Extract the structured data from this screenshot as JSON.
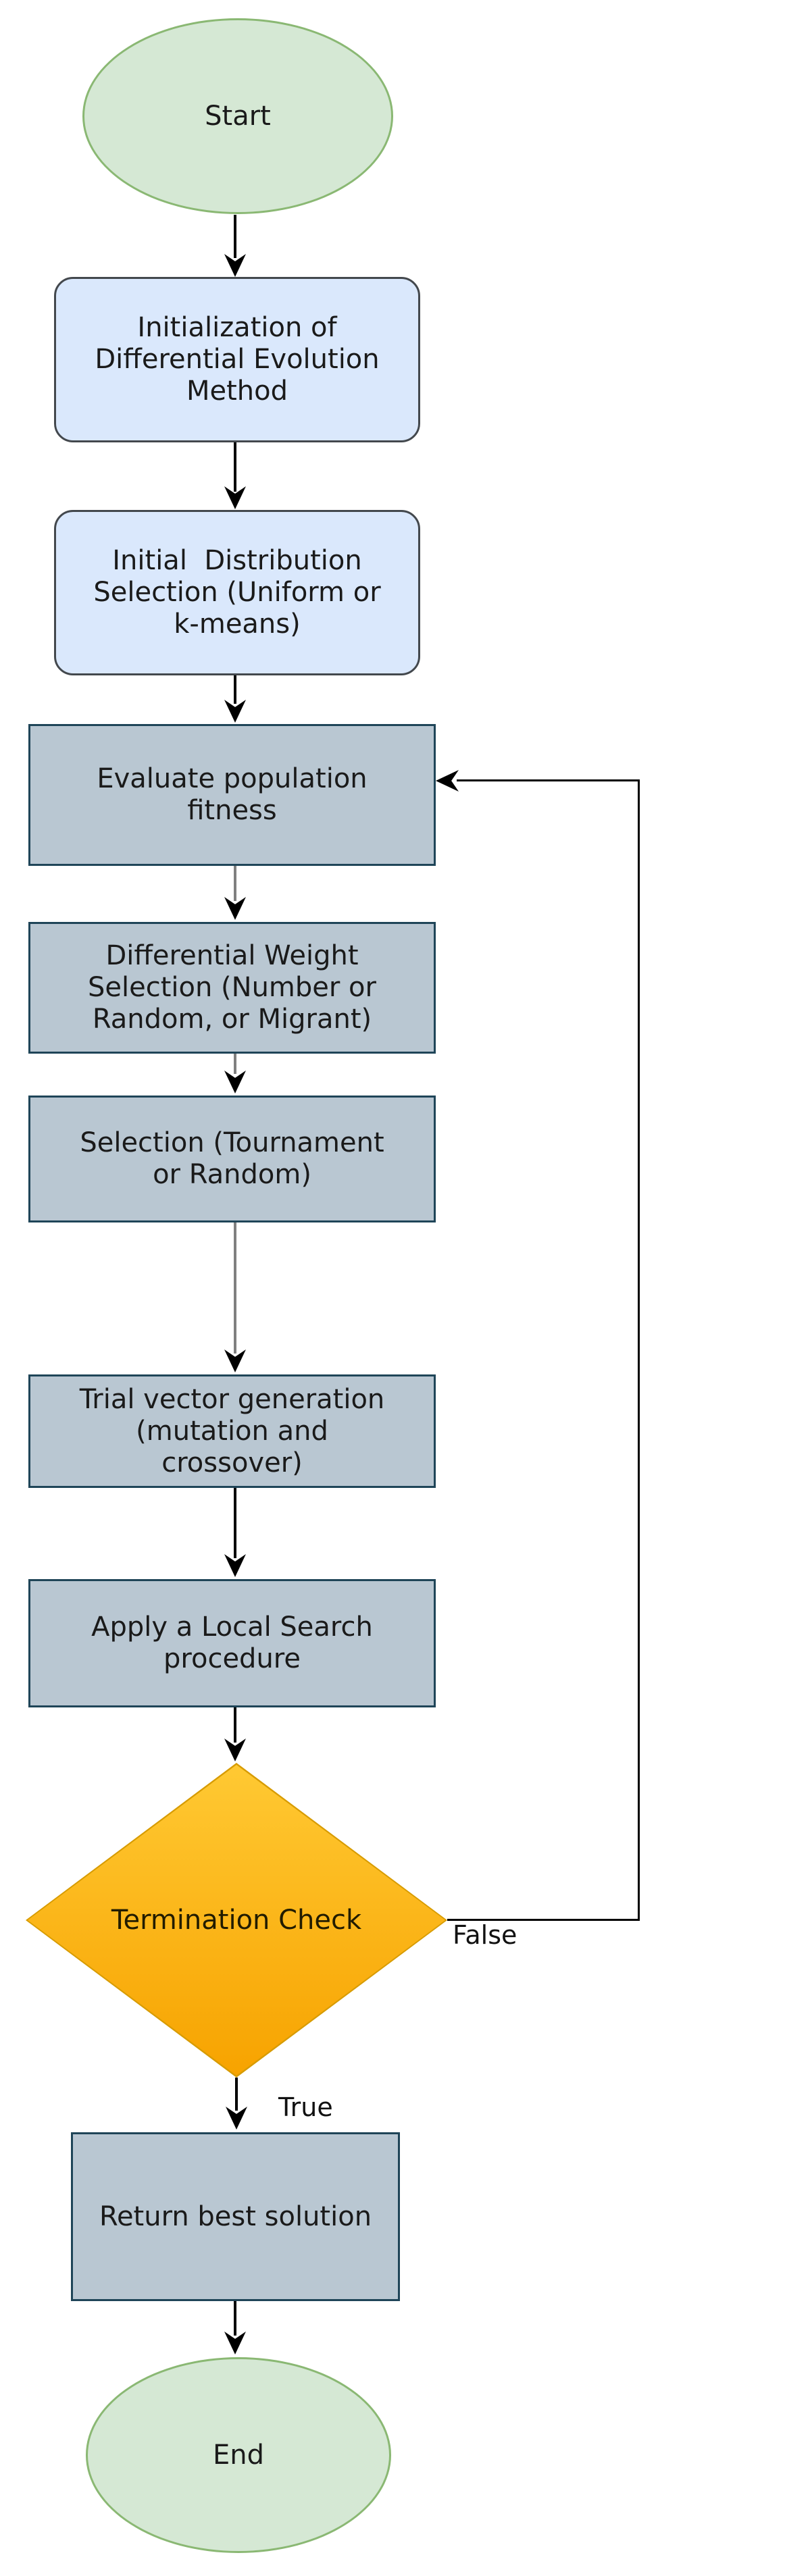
{
  "page": {
    "background_color": "#ffffff",
    "description": "Flowchart of a Differential Evolution method with local search"
  },
  "flowchart": {
    "nodes": {
      "start": {
        "shape": "ellipse",
        "label": "Start"
      },
      "init": {
        "shape": "rounded",
        "label": "Initialization of\nDifferential Evolution\nMethod"
      },
      "dist": {
        "shape": "rounded",
        "label": "Initial  Distribution\nSelection (Uniform or\nk-means)"
      },
      "evaluate": {
        "shape": "rectangle",
        "label": "Evaluate population\nfitness"
      },
      "weight": {
        "shape": "rectangle",
        "label": "Differential Weight\nSelection (Number or\nRandom, or Migrant)"
      },
      "selection": {
        "shape": "rectangle",
        "label": "Selection (Tournament\nor Random)"
      },
      "trial": {
        "shape": "rectangle",
        "label": "Trial vector generation\n(mutation and\ncrossover)"
      },
      "local_search": {
        "shape": "rectangle",
        "label": "Apply a Local Search\nprocedure"
      },
      "termination": {
        "shape": "diamond",
        "label": "Termination Check"
      },
      "return_best": {
        "shape": "rectangle",
        "label": "Return best solution"
      },
      "end": {
        "shape": "ellipse",
        "label": "End"
      }
    },
    "edges": {
      "true_label": "True",
      "false_label": "False"
    },
    "colors": {
      "terminator_fill": "#d5e8d4",
      "terminator_border": "#8ab873",
      "rounded_fill": "#dae8fc",
      "rounded_border": "#43484d",
      "process_fill": "#b9c7d2",
      "process_border": "#1f4558",
      "decision_gradient_top": "#ffc933",
      "decision_gradient_bottom": "#f7a300",
      "decision_border": "#d79b00",
      "arrow_black": "#000000",
      "arrow_gray": "#7f7f7f",
      "text": "#1a1a1a"
    }
  }
}
